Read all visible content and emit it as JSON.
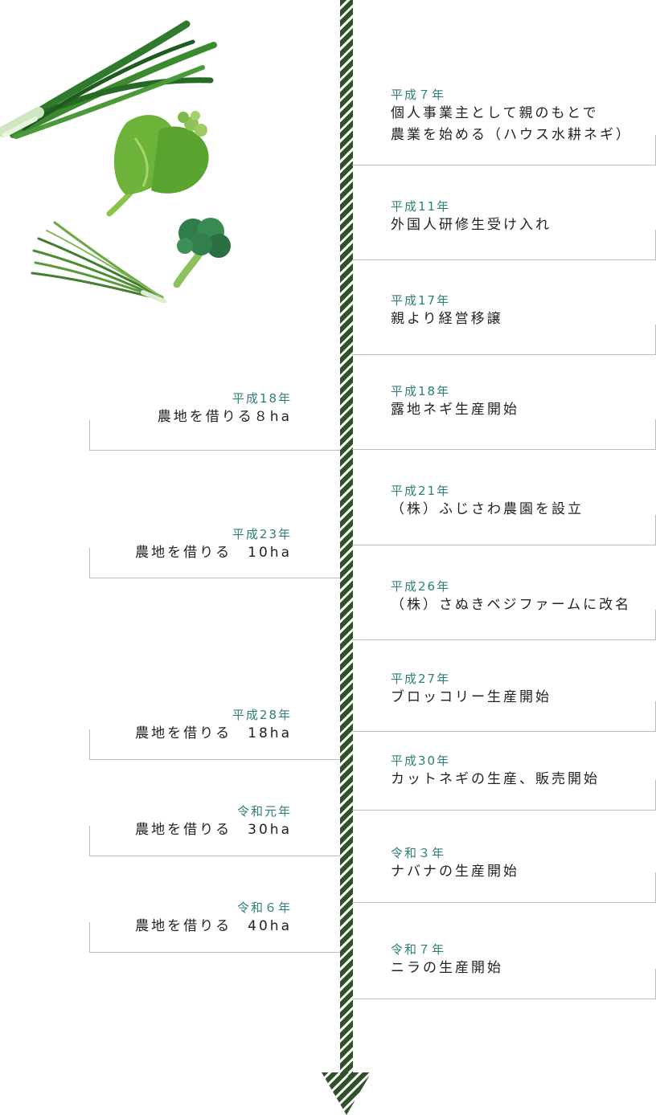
{
  "timeline": {
    "right": [
      {
        "year": "平成７年",
        "lines": [
          "個人事業主として親のもとで",
          "農業を始める（ハウス水耕ネギ）"
        ]
      },
      {
        "year": "平成11年",
        "lines": [
          "外国人研修生受け入れ"
        ]
      },
      {
        "year": "平成17年",
        "lines": [
          "親より経営移譲"
        ]
      },
      {
        "year": "平成18年",
        "lines": [
          "露地ネギ生産開始"
        ]
      },
      {
        "year": "平成21年",
        "lines": [
          "（株）ふじさわ農園を設立"
        ]
      },
      {
        "year": "平成26年",
        "lines": [
          "（株）さぬきベジファームに改名"
        ]
      },
      {
        "year": "平成27年",
        "lines": [
          "ブロッコリー生産開始"
        ]
      },
      {
        "year": "平成30年",
        "lines": [
          "カットネギの生産、販売開始"
        ]
      },
      {
        "year": "令和３年",
        "lines": [
          "ナバナの生産開始"
        ]
      },
      {
        "year": "令和７年",
        "lines": [
          "ニラの生産開始"
        ]
      }
    ],
    "left": [
      {
        "year": "平成18年",
        "lines": [
          "農地を借りる８ha"
        ]
      },
      {
        "year": "平成23年",
        "lines": [
          "農地を借りる　10ha"
        ]
      },
      {
        "year": "平成28年",
        "lines": [
          "農地を借りる　18ha"
        ]
      },
      {
        "year": "令和元年",
        "lines": [
          "農地を借りる　30ha"
        ]
      },
      {
        "year": "令和６年",
        "lines": [
          "農地を借りる　40ha"
        ]
      }
    ]
  },
  "colors": {
    "axis": "#2f5228",
    "year": "#2d7f77",
    "text": "#222222",
    "line": "#bdbdbd"
  },
  "illustrations": [
    "green-onion-icon",
    "napa-greens-icon",
    "garlic-chives-icon",
    "broccoli-icon"
  ]
}
